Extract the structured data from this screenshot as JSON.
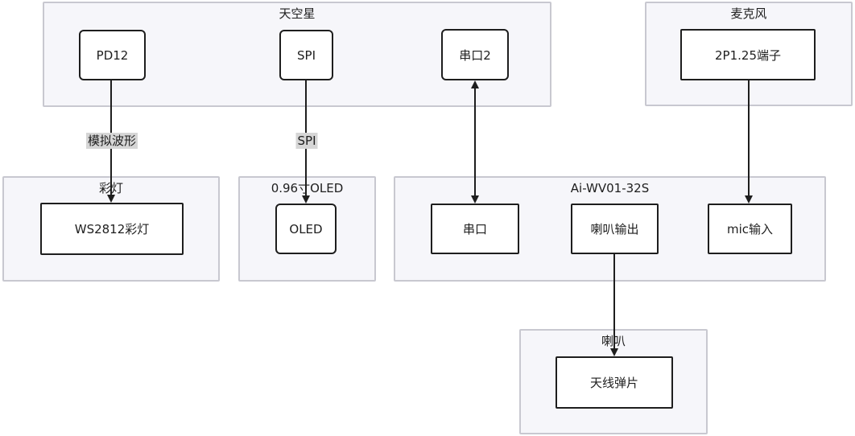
{
  "groups": {
    "tiankongxing": "天空星",
    "microphone": "麦克风",
    "caideng": "彩灯",
    "oled_group": "0.96寸OLED",
    "module": "Ai-WV01-32S",
    "speaker": "喇叭"
  },
  "nodes": {
    "pd12": "PD12",
    "spi": "SPI",
    "uart2": "串口2",
    "terminal": "2P1.25端子",
    "ws2812": "WS2812彩灯",
    "oled": "OLED",
    "uart": "串口",
    "speaker_out": "喇叭输出",
    "mic_in": "mic输入",
    "antenna": "天线弹片"
  },
  "edges": {
    "analog_wave": "模拟波形",
    "spi_label": "SPI"
  },
  "colors": {
    "group_fill": "#f6f6fa",
    "group_border": "#c8c8d0",
    "node_border": "#1e1e1e",
    "edge_label_bg": "#d6d6d6"
  }
}
